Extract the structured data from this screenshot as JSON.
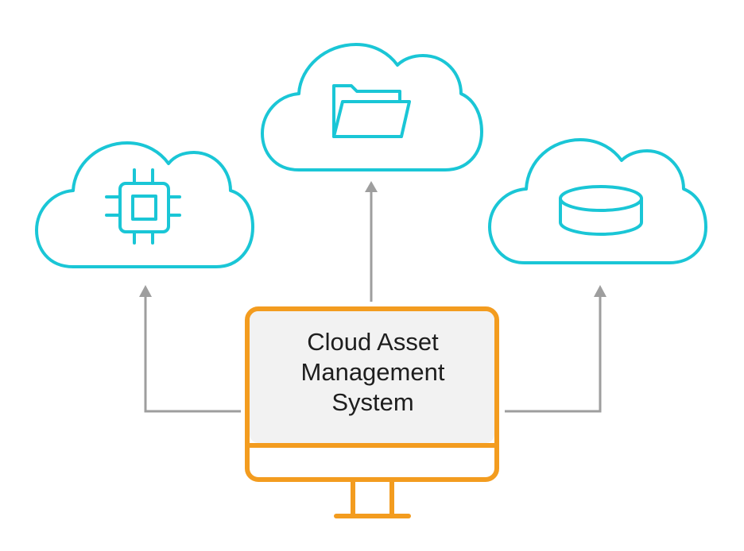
{
  "diagram": {
    "title_lines": [
      "Cloud Asset",
      "Management",
      "System"
    ],
    "nodes": [
      {
        "id": "compute-cloud",
        "icon": "cpu-chip-icon"
      },
      {
        "id": "storage-cloud",
        "icon": "folder-icon"
      },
      {
        "id": "database-cloud",
        "icon": "database-icon"
      }
    ],
    "edges": [
      {
        "from": "system",
        "to": "compute-cloud"
      },
      {
        "from": "system",
        "to": "storage-cloud"
      },
      {
        "from": "system",
        "to": "database-cloud"
      }
    ],
    "colors": {
      "cloud_stroke": "#1ac6d6",
      "monitor_stroke": "#f39c1f",
      "screen_fill": "#f2f2f2",
      "arrow": "#9e9e9e",
      "text": "#1e1e1e"
    }
  }
}
